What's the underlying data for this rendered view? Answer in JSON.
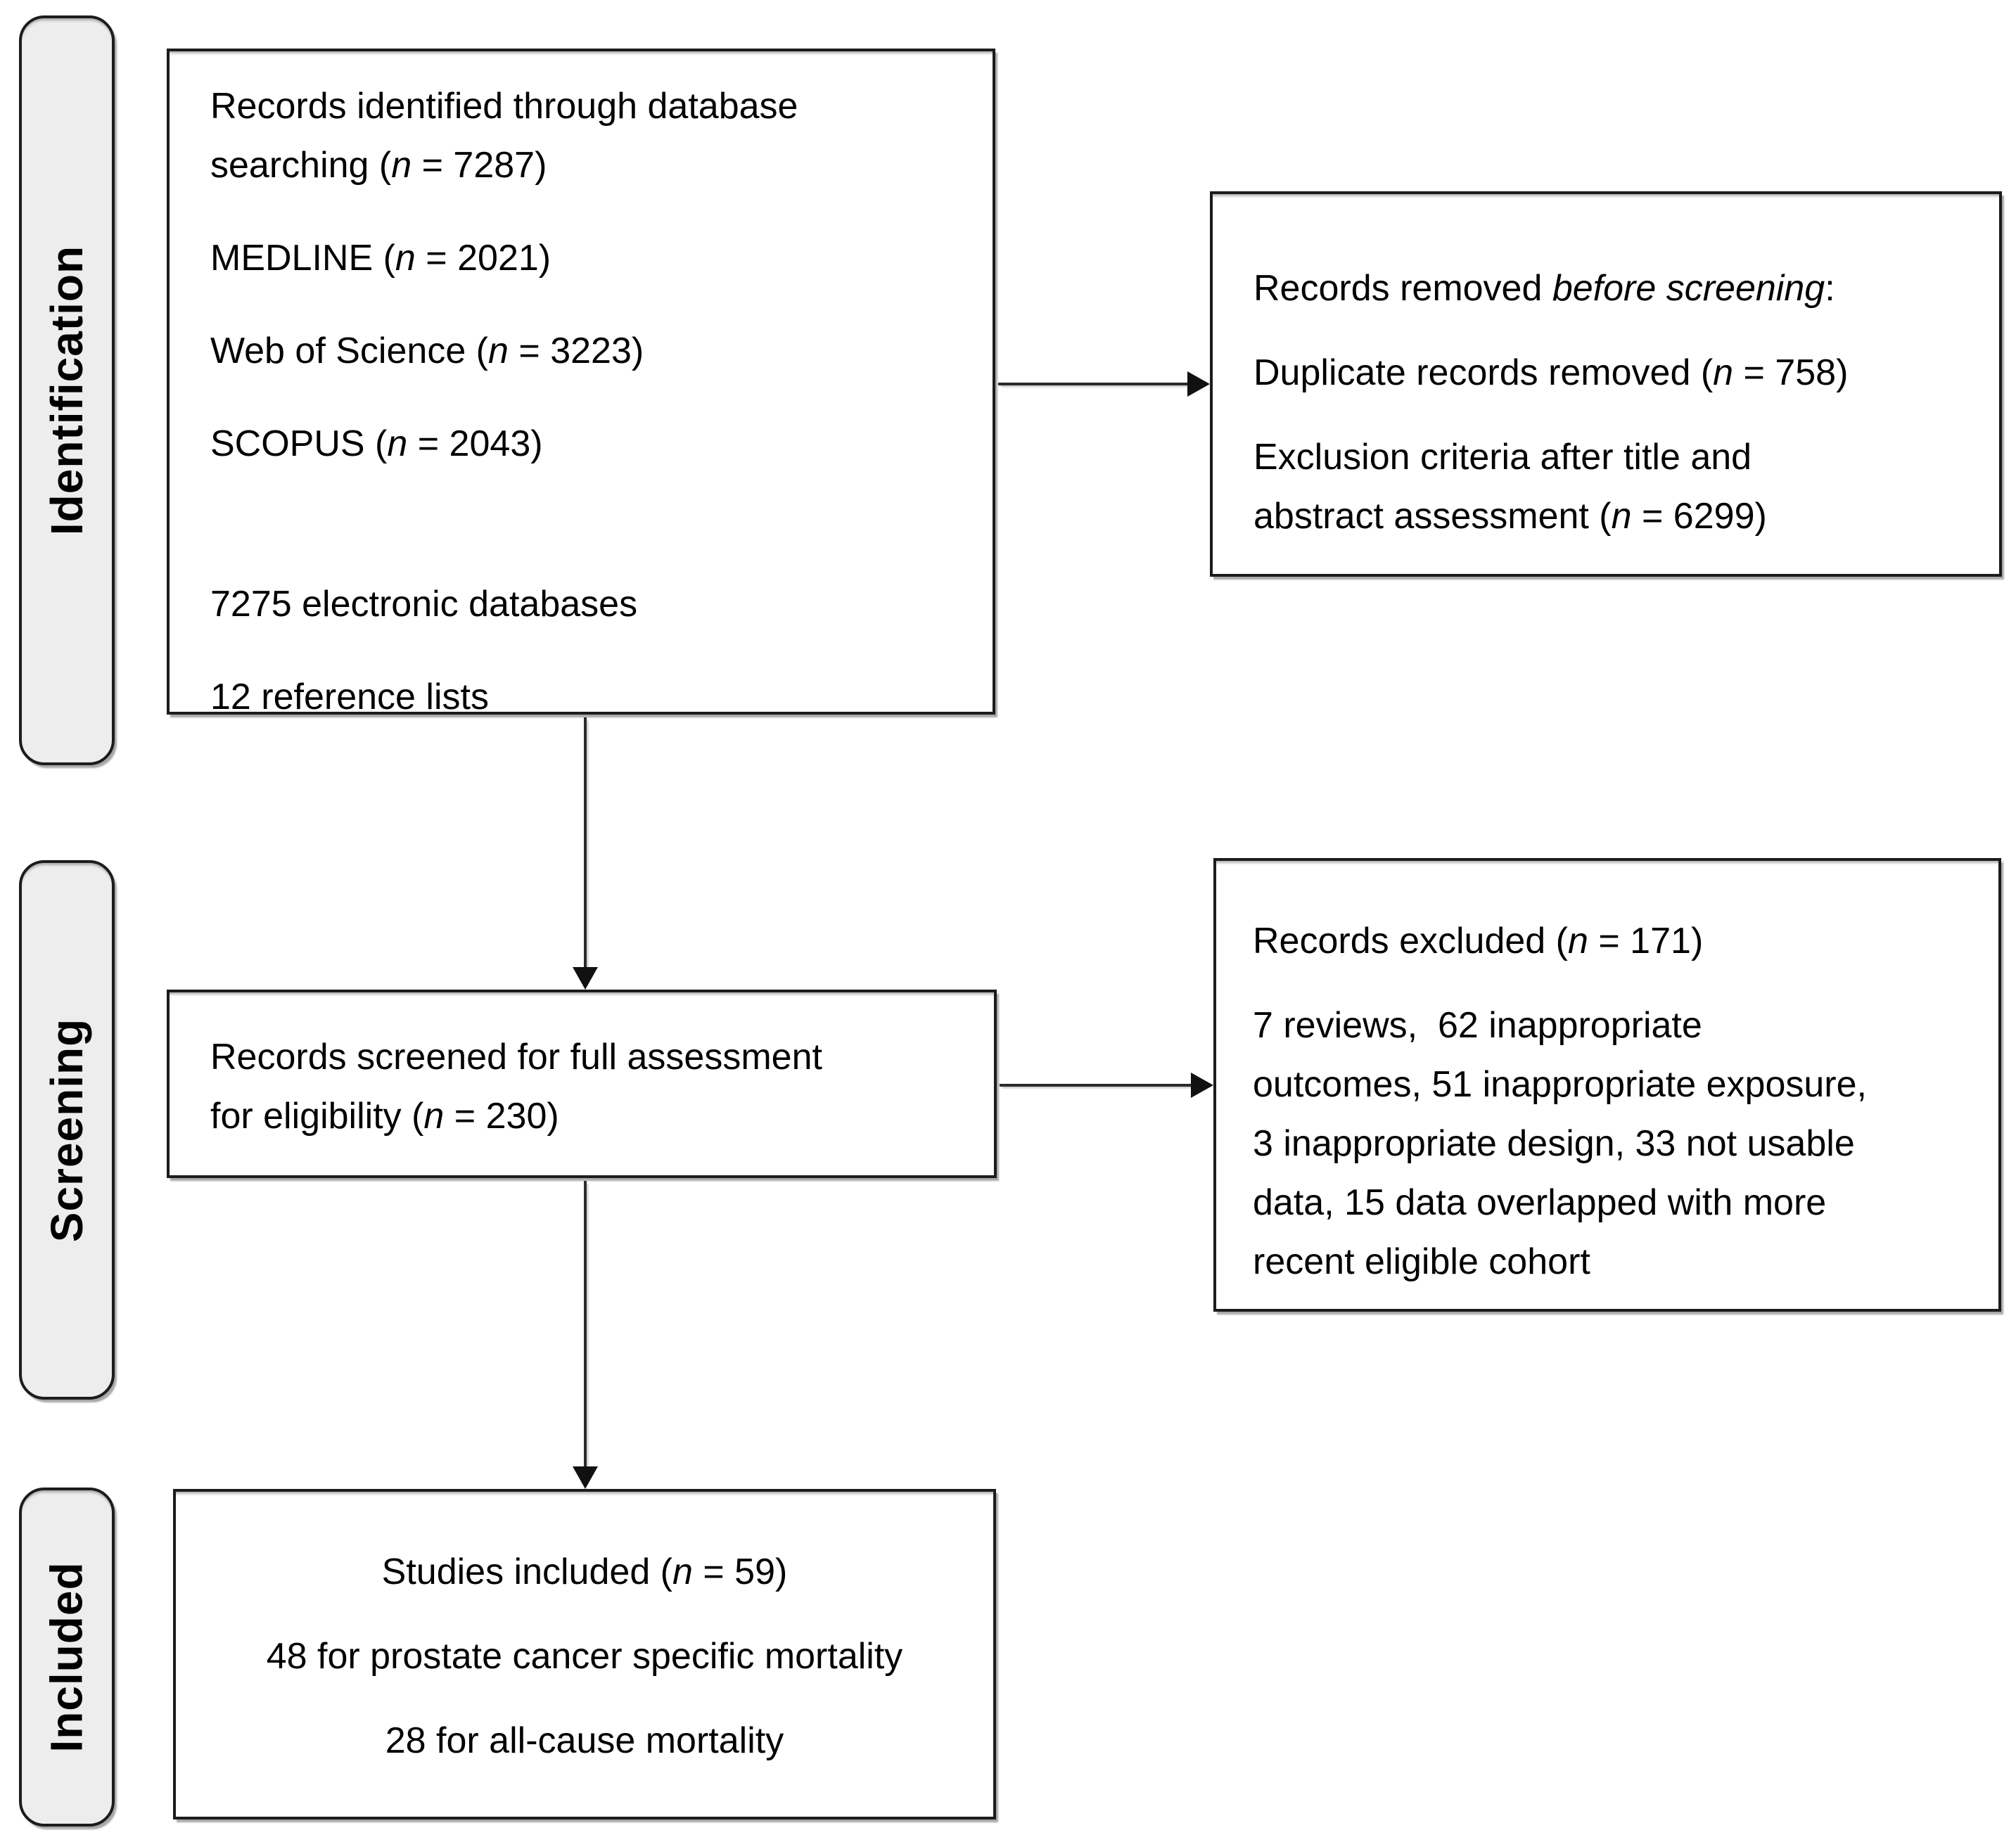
{
  "sidebar_labels": {
    "identification": "Identification",
    "screening": "Screening",
    "included": "Included"
  },
  "boxes": {
    "identified": {
      "lines": [
        [
          {
            "t": "Records identified through database"
          }
        ],
        [
          {
            "t": "searching ("
          },
          {
            "t": "n",
            "i": true
          },
          {
            "t": " = 7287)"
          }
        ],
        [],
        [
          {
            "t": "MEDLINE ("
          },
          {
            "t": "n",
            "i": true
          },
          {
            "t": " = 2021)"
          }
        ],
        [],
        [
          {
            "t": "Web of Science ("
          },
          {
            "t": "n",
            "i": true
          },
          {
            "t": " = 3223)"
          }
        ],
        [],
        [
          {
            "t": "SCOPUS ("
          },
          {
            "t": "n",
            "i": true
          },
          {
            "t": " = 2043)"
          }
        ],
        [],
        [],
        [],
        [
          {
            "t": "7275 electronic databases"
          }
        ],
        [],
        [
          {
            "t": "12 reference lists"
          }
        ]
      ]
    },
    "removed": {
      "lines": [
        [
          {
            "t": "Records removed "
          },
          {
            "t": "before screening",
            "i": true
          },
          {
            "t": ":"
          }
        ],
        [],
        [
          {
            "t": "Duplicate records removed ("
          },
          {
            "t": "n",
            "i": true
          },
          {
            "t": " = 758)"
          }
        ],
        [],
        [
          {
            "t": "Exclusion criteria after title and"
          }
        ],
        [
          {
            "t": "abstract assessment ("
          },
          {
            "t": "n",
            "i": true
          },
          {
            "t": " = 6299)"
          }
        ]
      ]
    },
    "screened": {
      "lines": [
        [
          {
            "t": "Records screened for full assessment"
          }
        ],
        [
          {
            "t": "for eligibility ("
          },
          {
            "t": "n",
            "i": true
          },
          {
            "t": " = 230)"
          }
        ]
      ]
    },
    "excluded": {
      "lines": [
        [
          {
            "t": "Records excluded ("
          },
          {
            "t": "n",
            "i": true
          },
          {
            "t": " = 171)"
          }
        ],
        [],
        [
          {
            "t": "7 reviews,  62 inappropriate"
          }
        ],
        [
          {
            "t": "outcomes, 51 inappropriate exposure,"
          }
        ],
        [
          {
            "t": "3 inappropriate design, 33 not usable"
          }
        ],
        [
          {
            "t": "data, 15 data overlapped with more"
          }
        ],
        [
          {
            "t": "recent eligible cohort"
          }
        ]
      ]
    },
    "included_studies": {
      "lines": [
        [
          {
            "t": "Studies included ("
          },
          {
            "t": "n",
            "i": true
          },
          {
            "t": " = 59)"
          }
        ],
        [],
        [
          {
            "t": "48 for prostate cancer specific mortality"
          }
        ],
        [],
        [
          {
            "t": "28 for all-cause mortality"
          }
        ]
      ]
    }
  },
  "colors": {
    "box_border": "#1c1c1c",
    "label_fill": "#ededed",
    "shadow_gray": "#b0b0b0",
    "arrow": "#2b2b2b",
    "text": "#000000"
  }
}
